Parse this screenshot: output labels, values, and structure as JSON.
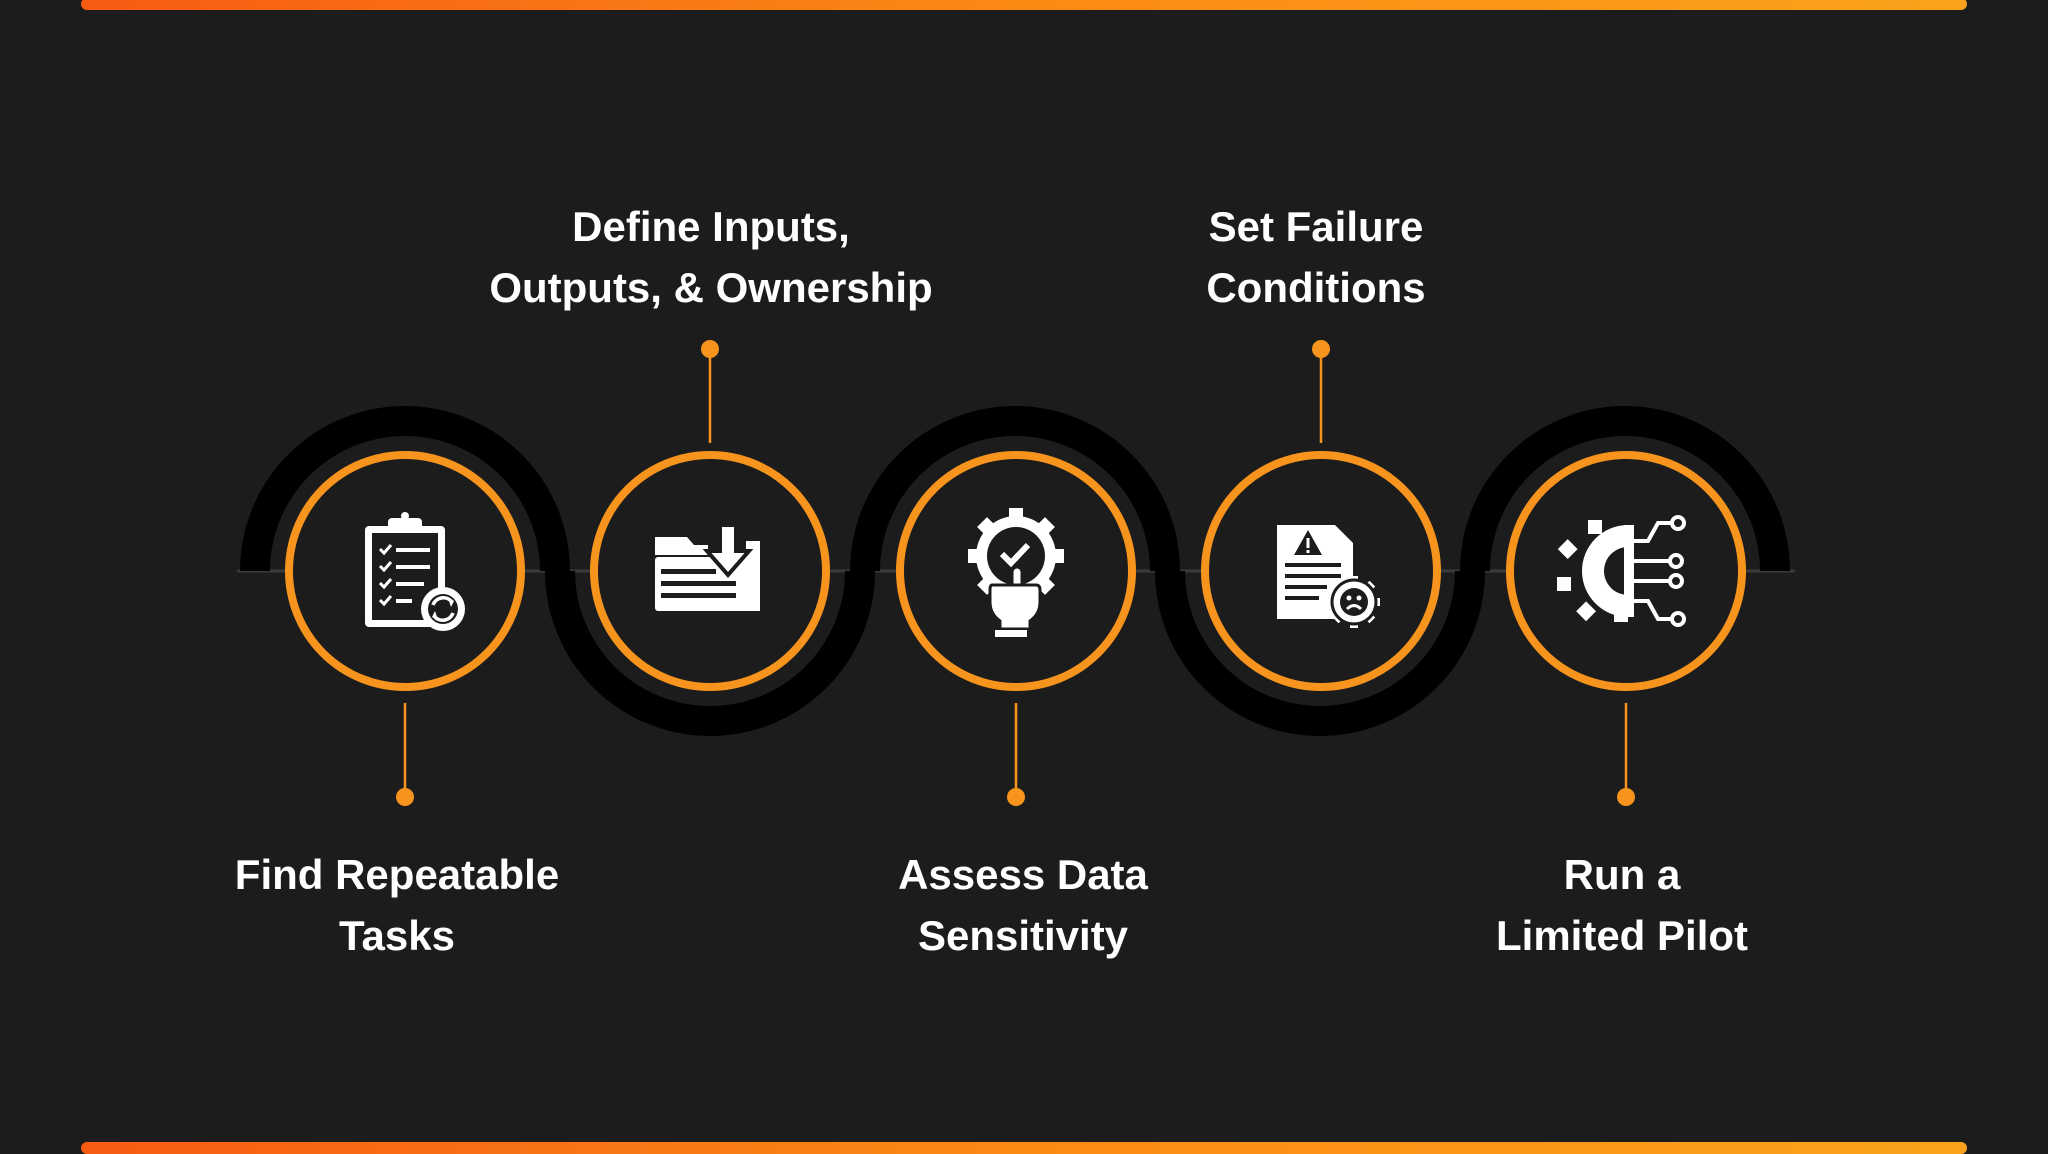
{
  "colors": {
    "background": "#1c1c1c",
    "accent": "#f7941d",
    "bar_start": "#f65b14",
    "bar_end": "#fba21c",
    "track": "#000000",
    "text": "#ffffff"
  },
  "steps": [
    {
      "icon": "clipboard-checklist-refresh-icon",
      "label_lines": [
        "Find Repeatable",
        "Tasks"
      ],
      "label_position": "below"
    },
    {
      "icon": "folder-download-icon",
      "label_lines": [
        "Define Inputs,",
        "Outputs, & Ownership"
      ],
      "label_position": "above"
    },
    {
      "icon": "gear-hand-check-icon",
      "label_lines": [
        "Assess Data",
        "Sensitivity"
      ],
      "label_position": "below"
    },
    {
      "icon": "warning-document-gear-icon",
      "label_lines": [
        "Set Failure",
        "Conditions"
      ],
      "label_position": "above"
    },
    {
      "icon": "gear-circuit-icon",
      "label_lines": [
        "Run a",
        "Limited Pilot"
      ],
      "label_position": "below"
    }
  ]
}
